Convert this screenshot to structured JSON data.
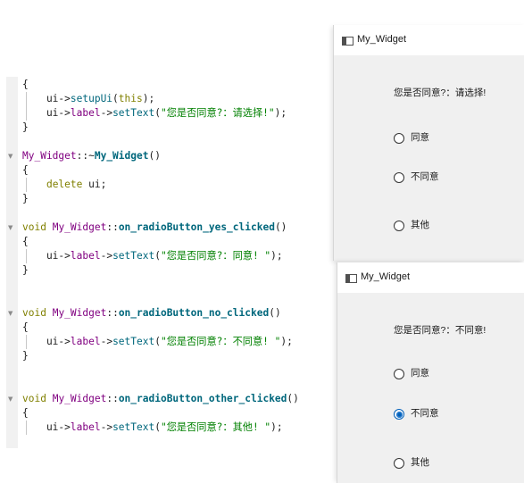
{
  "editor": {
    "lines": [
      {
        "fold": "",
        "parts": [
          {
            "t": "{",
            "c": ""
          }
        ]
      },
      {
        "fold": "",
        "parts": [
          {
            "t": "    ui->",
            "c": ""
          },
          {
            "t": "setupUi",
            "c": "fn"
          },
          {
            "t": "(",
            "c": ""
          },
          {
            "t": "this",
            "c": "kw"
          },
          {
            "t": ");",
            "c": ""
          }
        ]
      },
      {
        "fold": "",
        "parts": [
          {
            "t": "    ui->",
            "c": ""
          },
          {
            "t": "label",
            "c": "cls"
          },
          {
            "t": "->",
            "c": ""
          },
          {
            "t": "setText",
            "c": "fn"
          },
          {
            "t": "(",
            "c": ""
          },
          {
            "t": "\"您是否同意?：请选择!\"",
            "c": "str"
          },
          {
            "t": ");",
            "c": ""
          }
        ]
      },
      {
        "fold": "",
        "parts": [
          {
            "t": "}",
            "c": ""
          }
        ]
      },
      {
        "fold": "",
        "parts": []
      },
      {
        "fold": "▼",
        "parts": [
          {
            "t": "My_Widget",
            "c": "cls"
          },
          {
            "t": "::~",
            "c": ""
          },
          {
            "t": "My_Widget",
            "c": "fnbold"
          },
          {
            "t": "()",
            "c": ""
          }
        ]
      },
      {
        "fold": "",
        "parts": [
          {
            "t": "{",
            "c": ""
          }
        ]
      },
      {
        "fold": "",
        "parts": [
          {
            "t": "    ",
            "c": ""
          },
          {
            "t": "delete",
            "c": "kw"
          },
          {
            "t": " ui;",
            "c": ""
          }
        ]
      },
      {
        "fold": "",
        "parts": [
          {
            "t": "}",
            "c": ""
          }
        ]
      },
      {
        "fold": "",
        "parts": []
      },
      {
        "fold": "▼",
        "parts": [
          {
            "t": "void",
            "c": "kw"
          },
          {
            "t": " ",
            "c": ""
          },
          {
            "t": "My_Widget",
            "c": "cls"
          },
          {
            "t": "::",
            "c": ""
          },
          {
            "t": "on_radioButton_yes_clicked",
            "c": "fnbold"
          },
          {
            "t": "()",
            "c": ""
          }
        ]
      },
      {
        "fold": "",
        "parts": [
          {
            "t": "{",
            "c": ""
          }
        ]
      },
      {
        "fold": "",
        "parts": [
          {
            "t": "    ui->",
            "c": ""
          },
          {
            "t": "label",
            "c": "cls"
          },
          {
            "t": "->",
            "c": ""
          },
          {
            "t": "setText",
            "c": "fn"
          },
          {
            "t": "(",
            "c": ""
          },
          {
            "t": "\"您是否同意?：同意! \"",
            "c": "str"
          },
          {
            "t": ");",
            "c": ""
          }
        ]
      },
      {
        "fold": "",
        "parts": [
          {
            "t": "}",
            "c": ""
          }
        ]
      },
      {
        "fold": "",
        "parts": []
      },
      {
        "fold": "",
        "parts": []
      },
      {
        "fold": "▼",
        "parts": [
          {
            "t": "void",
            "c": "kw"
          },
          {
            "t": " ",
            "c": ""
          },
          {
            "t": "My_Widget",
            "c": "cls"
          },
          {
            "t": "::",
            "c": ""
          },
          {
            "t": "on_radioButton_no_clicked",
            "c": "fnbold"
          },
          {
            "t": "()",
            "c": ""
          }
        ]
      },
      {
        "fold": "",
        "parts": [
          {
            "t": "{",
            "c": ""
          }
        ]
      },
      {
        "fold": "",
        "parts": [
          {
            "t": "    ui->",
            "c": ""
          },
          {
            "t": "label",
            "c": "cls"
          },
          {
            "t": "->",
            "c": ""
          },
          {
            "t": "setText",
            "c": "fn"
          },
          {
            "t": "(",
            "c": ""
          },
          {
            "t": "\"您是否同意?：不同意! \"",
            "c": "str"
          },
          {
            "t": ");",
            "c": ""
          }
        ]
      },
      {
        "fold": "",
        "parts": [
          {
            "t": "}",
            "c": ""
          }
        ]
      },
      {
        "fold": "",
        "parts": []
      },
      {
        "fold": "",
        "parts": []
      },
      {
        "fold": "▼",
        "parts": [
          {
            "t": "void",
            "c": "kw"
          },
          {
            "t": " ",
            "c": ""
          },
          {
            "t": "My_Widget",
            "c": "cls"
          },
          {
            "t": "::",
            "c": ""
          },
          {
            "t": "on_radioButton_other_clicked",
            "c": "fnbold"
          },
          {
            "t": "()",
            "c": ""
          }
        ]
      },
      {
        "fold": "",
        "parts": [
          {
            "t": "{",
            "c": ""
          }
        ]
      },
      {
        "fold": "",
        "parts": [
          {
            "t": "    ui->",
            "c": ""
          },
          {
            "t": "label",
            "c": "cls"
          },
          {
            "t": "->",
            "c": ""
          },
          {
            "t": "setText",
            "c": "fn"
          },
          {
            "t": "(",
            "c": ""
          },
          {
            "t": "\"您是否同意?：其他! \"",
            "c": "str"
          },
          {
            "t": ");",
            "c": ""
          }
        ]
      }
    ]
  },
  "windows": [
    {
      "title": "My_Widget",
      "label": "您是否同意?：请选择!",
      "options": [
        {
          "label": "同意",
          "checked": false
        },
        {
          "label": "不同意",
          "checked": false
        },
        {
          "label": "其他",
          "checked": false
        }
      ]
    },
    {
      "title": "My_Widget",
      "label": "您是否同意?：不同意!",
      "options": [
        {
          "label": "同意",
          "checked": false
        },
        {
          "label": "不同意",
          "checked": true
        },
        {
          "label": "其他",
          "checked": false
        }
      ]
    }
  ],
  "colors": {
    "keyword": "#808000",
    "class": "#800080",
    "function": "#00677c",
    "string": "#008000",
    "radio_checked": "#005fb8"
  }
}
